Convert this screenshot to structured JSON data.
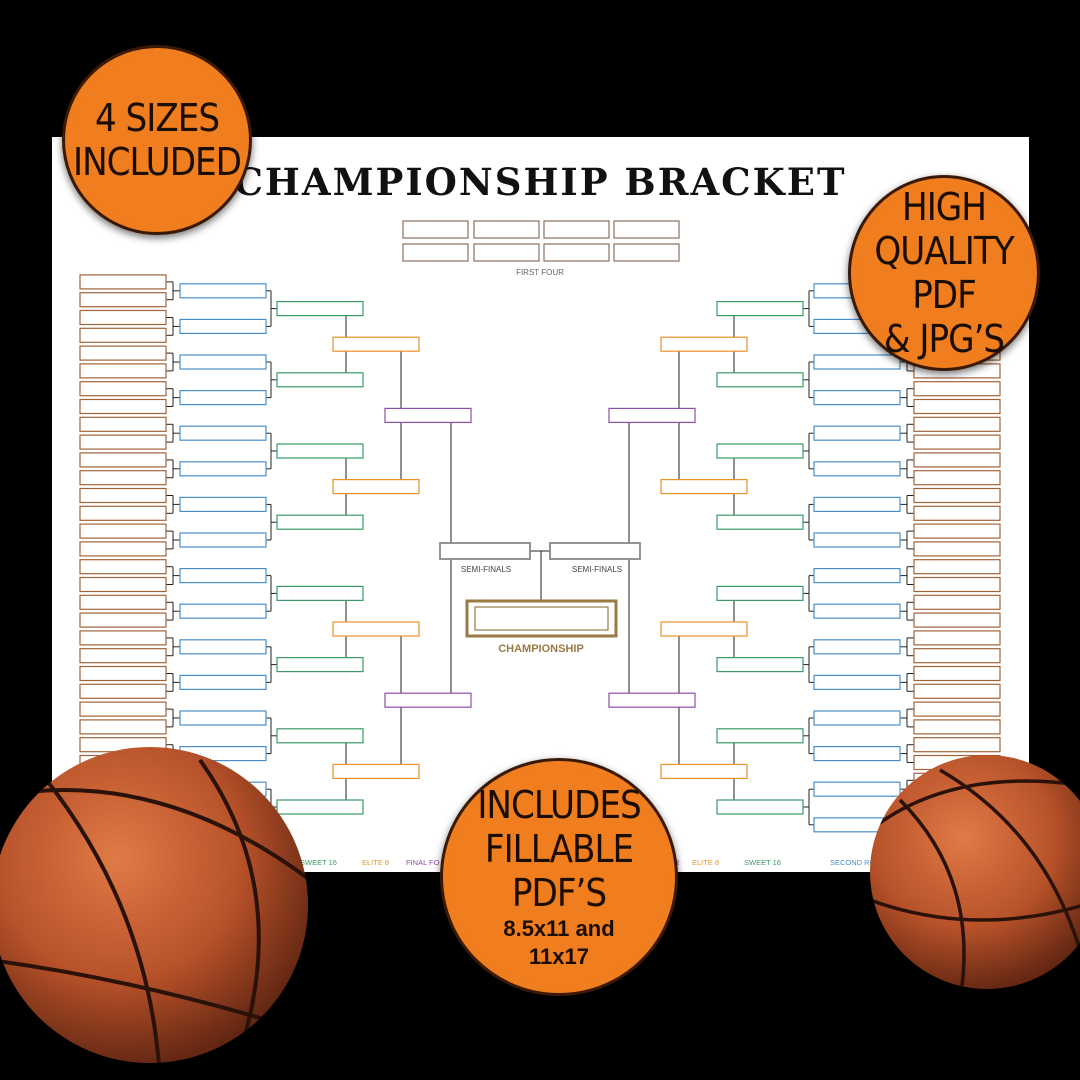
{
  "title": "CHAMPIONSHIP BRACKET",
  "badges": {
    "sizes": {
      "line1": "4 SIZES",
      "line2": "INCLUDED"
    },
    "quality": {
      "line1": "HIGH",
      "line2": "QUALITY PDF",
      "line3": "& JPG’S"
    },
    "fillable": {
      "line1": "INCLUDES",
      "line2": "FILLABLE PDF’S",
      "line3": "8.5x11 and",
      "line4": "11x17"
    }
  },
  "bracket": {
    "first_four": "FIRST FOUR",
    "semi_left": "SEMI-FINALS",
    "semi_right": "SEMI-FINALS",
    "championship": "CHAMPIONSHIP",
    "round_labels_left": [
      "SWEET 16",
      "ELITE 8",
      "FINAL FO"
    ],
    "round_labels_right": [
      "R",
      "ELITE 8",
      "SWEET 16",
      "SECOND ROU"
    ]
  },
  "colors": {
    "round1": "#a0643a",
    "round2": "#4b8fc7",
    "sweet16": "#3a9a68",
    "elite8": "#e8922a",
    "final4": "#8c4fa8",
    "semi": "#888888",
    "championship": "#9a7a45",
    "badge": "#f07d1e"
  }
}
